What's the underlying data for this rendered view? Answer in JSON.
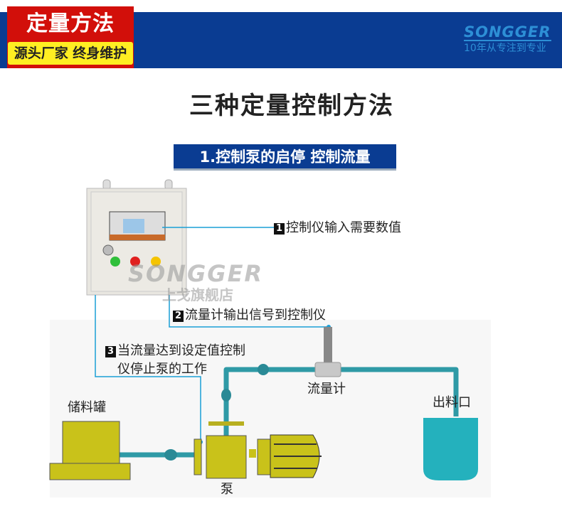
{
  "header": {
    "badge_title": "定量方法",
    "badge_subtitle": "源头厂家 终身维护",
    "brand_logo": "SONGGER",
    "brand_slogan": "10年从专注到专业"
  },
  "main_title": "三种定量控制方法",
  "method": {
    "title": "1.控制泵的启停 控制流量"
  },
  "steps": [
    {
      "number": "1",
      "text": "控制仪输入需要数值"
    },
    {
      "number": "2",
      "text": "流量计输出信号到控制仪"
    },
    {
      "number": "3",
      "text_line1": "当流量达到设定值控制",
      "text_line2": "仪停止泵的工作"
    }
  ],
  "components": {
    "flowmeter": "流量计",
    "outlet": "出料口",
    "storage_tank": "储料罐",
    "pump": "泵"
  },
  "watermark": {
    "brand": "SONGGER",
    "shop": "上戈旗舰店"
  },
  "colors": {
    "banner": "#0a3c92",
    "badge": "#d20f0a",
    "badge_sub": "#ffee22",
    "signal_line": "#1a9fd6",
    "pipe": "#2f9aa6",
    "equipment": "#c9c21a"
  }
}
